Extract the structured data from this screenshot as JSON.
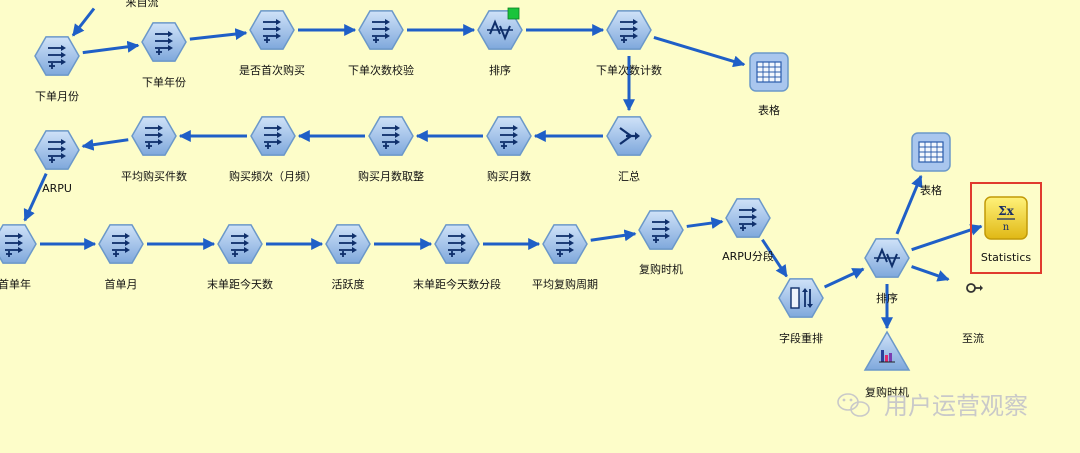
{
  "colors": {
    "background": "#fdfdc9",
    "edge": "#1f5fc7",
    "node_fill": "#9cc3ec",
    "node_stroke": "#6b98c9",
    "table_fill": "#a9c6ee",
    "stats_fill": "#f2d23a",
    "highlight_border": "#e03a2e",
    "green_flag": "#19c43b"
  },
  "nodes": [
    {
      "id": "source",
      "label": "来自流",
      "icon": "arrow-out-icon",
      "type": "none"
    },
    {
      "id": "order_month",
      "label": "下单月份",
      "icon": "derive-icon",
      "type": "derive"
    },
    {
      "id": "order_year",
      "label": "下单年份",
      "icon": "derive-icon",
      "type": "derive"
    },
    {
      "id": "first_purchase",
      "label": "是否首次购买",
      "icon": "derive-icon",
      "type": "derive"
    },
    {
      "id": "order_check",
      "label": "下单次数校验",
      "icon": "derive-icon",
      "type": "derive"
    },
    {
      "id": "sort1",
      "label": "排序",
      "icon": "sort-icon",
      "type": "sort"
    },
    {
      "id": "order_count",
      "label": "下单次数计数",
      "icon": "derive-icon",
      "type": "derive"
    },
    {
      "id": "table1",
      "label": "表格",
      "icon": "table-icon",
      "type": "table"
    },
    {
      "id": "aggregate",
      "label": "汇总",
      "icon": "aggregate-icon",
      "type": "aggregate"
    },
    {
      "id": "purchase_months",
      "label": "购买月数",
      "icon": "derive-icon",
      "type": "derive"
    },
    {
      "id": "purchase_months_round",
      "label": "购买月数取整",
      "icon": "derive-icon",
      "type": "derive"
    },
    {
      "id": "purchase_freq",
      "label": "购买频次（月频）",
      "icon": "derive-icon",
      "type": "derive"
    },
    {
      "id": "avg_items",
      "label": "平均购买件数",
      "icon": "derive-icon",
      "type": "derive"
    },
    {
      "id": "arpu",
      "label": "ARPU",
      "icon": "derive-icon",
      "type": "derive"
    },
    {
      "id": "first_year",
      "label": "首单年",
      "icon": "derive-icon",
      "type": "derive"
    },
    {
      "id": "first_month",
      "label": "首单月",
      "icon": "derive-icon",
      "type": "derive"
    },
    {
      "id": "days_last",
      "label": "末单距今天数",
      "icon": "derive-icon",
      "type": "derive"
    },
    {
      "id": "activity",
      "label": "活跃度",
      "icon": "derive-icon",
      "type": "derive"
    },
    {
      "id": "days_seg",
      "label": "末单距今天数分段",
      "icon": "derive-icon",
      "type": "derive"
    },
    {
      "id": "avg_cycle",
      "label": "平均复购周期",
      "icon": "derive-icon",
      "type": "derive"
    },
    {
      "id": "repurchase_time",
      "label": "复购时机",
      "icon": "derive-icon",
      "type": "derive"
    },
    {
      "id": "arpu_seg",
      "label": "ARPU分段",
      "icon": "derive-icon",
      "type": "derive"
    },
    {
      "id": "field_reorder",
      "label": "字段重排",
      "icon": "reorder-icon",
      "type": "reorder"
    },
    {
      "id": "sort2",
      "label": "排序",
      "icon": "sort-icon",
      "type": "sort"
    },
    {
      "id": "table2",
      "label": "表格",
      "icon": "table-icon",
      "type": "table"
    },
    {
      "id": "statistics",
      "label": "Statistics",
      "icon": "statistics-icon",
      "type": "stats"
    },
    {
      "id": "to_stream",
      "label": "至流",
      "icon": "arrow-out-icon",
      "type": "none"
    },
    {
      "id": "repurchase_chart",
      "label": "复购时机",
      "icon": "histogram-icon",
      "type": "histogram"
    }
  ],
  "edges": [
    [
      "source",
      "order_month"
    ],
    [
      "order_month",
      "order_year"
    ],
    [
      "order_year",
      "first_purchase"
    ],
    [
      "first_purchase",
      "order_check"
    ],
    [
      "order_check",
      "sort1"
    ],
    [
      "sort1",
      "order_count"
    ],
    [
      "order_count",
      "table1"
    ],
    [
      "order_count",
      "aggregate"
    ],
    [
      "aggregate",
      "purchase_months"
    ],
    [
      "purchase_months",
      "purchase_months_round"
    ],
    [
      "purchase_months_round",
      "purchase_freq"
    ],
    [
      "purchase_freq",
      "avg_items"
    ],
    [
      "avg_items",
      "arpu"
    ],
    [
      "arpu",
      "first_year"
    ],
    [
      "first_year",
      "first_month"
    ],
    [
      "first_month",
      "days_last"
    ],
    [
      "days_last",
      "activity"
    ],
    [
      "activity",
      "days_seg"
    ],
    [
      "days_seg",
      "avg_cycle"
    ],
    [
      "avg_cycle",
      "repurchase_time"
    ],
    [
      "repurchase_time",
      "arpu_seg"
    ],
    [
      "arpu_seg",
      "field_reorder"
    ],
    [
      "field_reorder",
      "sort2"
    ],
    [
      "sort2",
      "table2"
    ],
    [
      "sort2",
      "statistics"
    ],
    [
      "sort2",
      "to_stream"
    ],
    [
      "sort2",
      "repurchase_chart"
    ]
  ],
  "watermark": {
    "text": "用户运营观察",
    "icon": "wechat-icon"
  }
}
